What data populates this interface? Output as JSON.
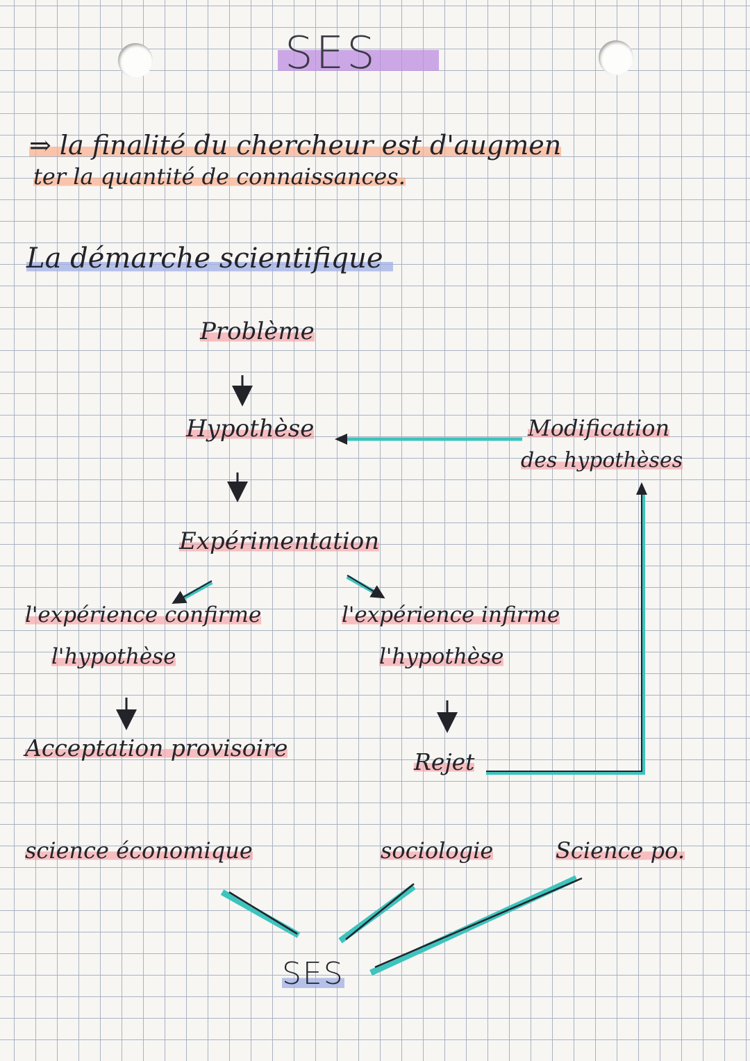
{
  "title": "SES",
  "intro": {
    "line1": "⇒ la finalité du chercheur est d'augmen",
    "line2": "ter la quantité de connaissances."
  },
  "section_title": "La démarche scientifique",
  "diagram": {
    "probleme": "Problème",
    "hypothese": "Hypothèse",
    "modification_line1": "Modification",
    "modification_line2": "des hypothèses",
    "experimentation": "Expérimentation",
    "confirme_line1": "l'expérience confirme",
    "confirme_line2": "l'hypothèse",
    "infirme_line1": "l'expérience infirme",
    "infirme_line2": "l'hypothèse",
    "acceptation": "Acceptation provisoire",
    "rejet": "Rejet"
  },
  "disciplines": {
    "eco": "science économique",
    "socio": "sociologie",
    "po": "Science po.",
    "result": "SES"
  },
  "colors": {
    "teal": "#3ec3bd",
    "ink": "#23232a",
    "orange_highlight": "#faaf8c",
    "pink_highlight": "#f5a0a5",
    "blue_highlight": "#a0afe6",
    "purple_highlight": "#be8ce1"
  }
}
